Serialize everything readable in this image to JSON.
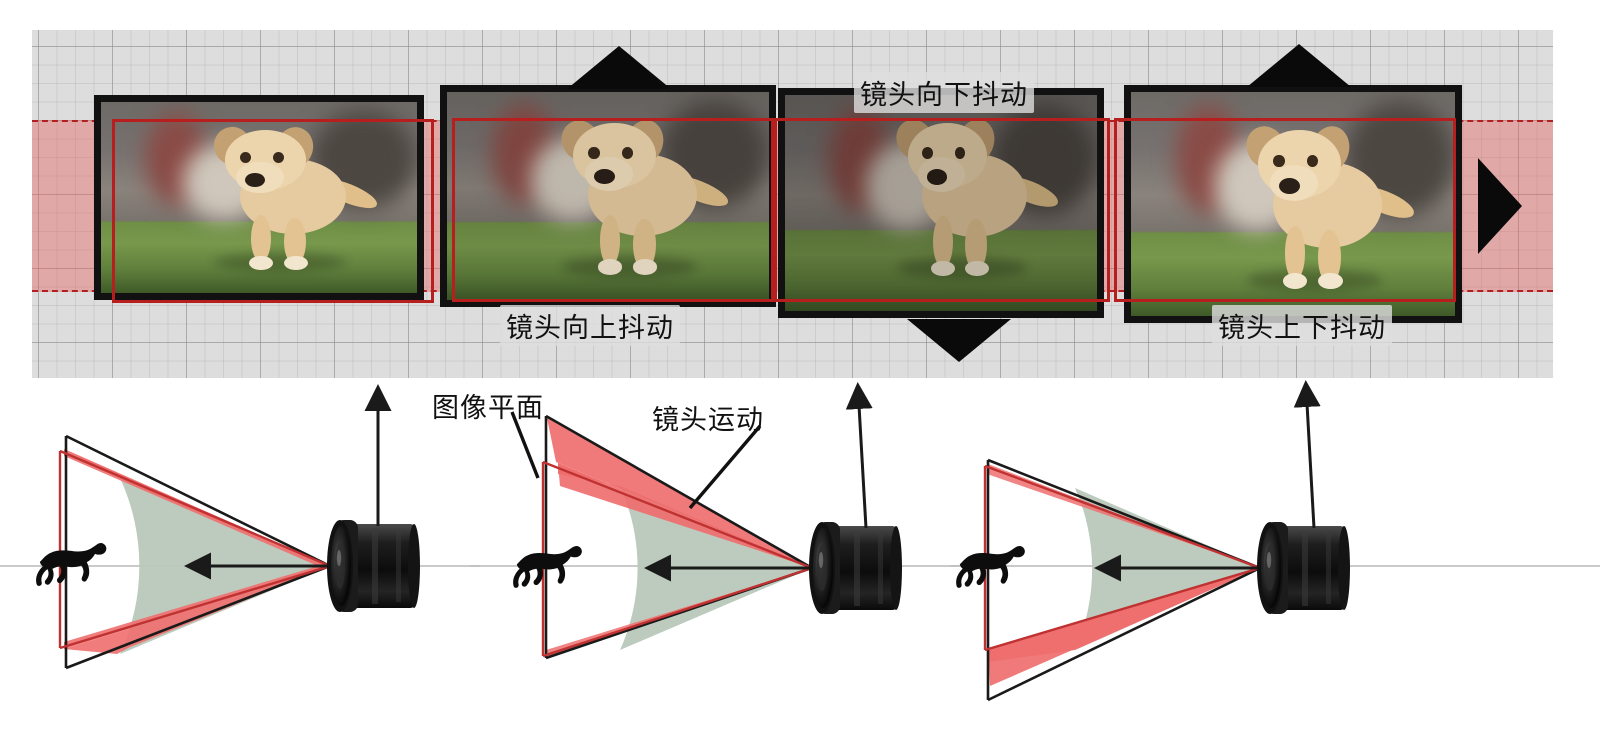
{
  "figure": {
    "title": "",
    "top_panel": {
      "band_label": "sensor-crop-band",
      "frames": [
        {
          "id": "frame-1",
          "shift": "down-right",
          "caption": "",
          "caption_pos": "none"
        },
        {
          "id": "frame-2",
          "shift": "up",
          "caption": "镜头向上抖动",
          "caption_pos": "below"
        },
        {
          "id": "frame-3",
          "shift": "down",
          "caption": "镜头向下抖动",
          "caption_pos": "above"
        },
        {
          "id": "frame-4",
          "shift": "mixed",
          "caption": "镜头上下抖动",
          "caption_pos": "below"
        }
      ],
      "arrows": [
        {
          "id": "arrow-up-1",
          "direction": "up"
        },
        {
          "id": "arrow-down-1",
          "direction": "down"
        },
        {
          "id": "arrow-up-2",
          "direction": "up"
        },
        {
          "id": "arrow-right-1",
          "direction": "right"
        }
      ],
      "captions": {
        "up_shake": "镜头向上抖动",
        "down_shake": "镜头向下抖动",
        "updown_shake": "镜头上下抖动"
      }
    },
    "bottom_panel": {
      "labels": {
        "image_plane": "图像平面",
        "lens_motion": "镜头运动"
      },
      "diagrams": [
        {
          "id": "diagram-1",
          "name": "baseline-frustum",
          "red_offset": "aligned"
        },
        {
          "id": "diagram-2",
          "name": "lens-moves-up",
          "red_offset": "down"
        },
        {
          "id": "diagram-3",
          "name": "lens-moves-down",
          "red_offset": "up"
        }
      ],
      "elements": {
        "subject": "puppy-silhouette",
        "camera": "camera-lens",
        "cone_black": "nominal-field-of-view",
        "cone_red": "shifted-field-of-view",
        "arc_green": "focus-region"
      }
    },
    "colors": {
      "band_pink": "#e76060",
      "frame_black": "#111111",
      "red_rect": "#b71f1f",
      "grid_gray": "#d4d4d4",
      "cone_green": "#b9c8bb",
      "cone_red": "#ef6e6e",
      "cone_black": "#1a1a1a"
    }
  }
}
